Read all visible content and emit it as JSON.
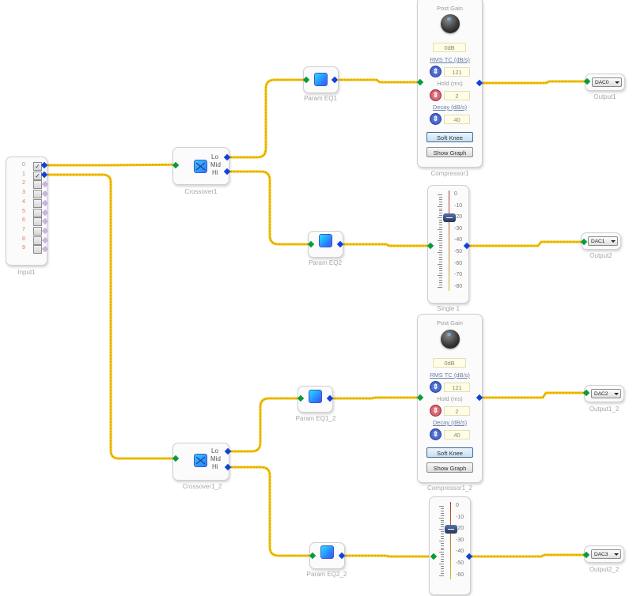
{
  "colors": {
    "wire": "#f2c200",
    "pin_in": "#0a9a3a",
    "pin_out": "#1240d8",
    "accent": "#2a7bff"
  },
  "input": {
    "label": "Input1",
    "channels": [
      {
        "num": "0",
        "checked": true
      },
      {
        "num": "1",
        "checked": true
      },
      {
        "num": "2",
        "checked": false
      },
      {
        "num": "3",
        "checked": false
      },
      {
        "num": "4",
        "checked": false
      },
      {
        "num": "5",
        "checked": false
      },
      {
        "num": "6",
        "checked": false
      },
      {
        "num": "7",
        "checked": false
      },
      {
        "num": "8",
        "checked": false
      },
      {
        "num": "9",
        "checked": false
      }
    ],
    "check_glyph": "✓"
  },
  "crossovers": [
    {
      "label": "Crossover1",
      "outputs": [
        "Lo",
        "Mid",
        "Hi"
      ],
      "icon": "crossover-icon"
    },
    {
      "label": "Crossover1_2",
      "outputs": [
        "Lo",
        "Mid",
        "Hi"
      ],
      "icon": "crossover-icon"
    }
  ],
  "param_eqs": [
    {
      "label": "Param EQ1"
    },
    {
      "label": "Param EQ2"
    },
    {
      "label": "Param EQ1_2"
    },
    {
      "label": "Param EQ2_2"
    }
  ],
  "compressors": [
    {
      "label": "Compressor1",
      "post_gain_label": "Post Gain",
      "post_gain_value": "0dB",
      "rms_label": "RMS TC (dB/s)",
      "rms_value": "121",
      "hold_label": "Hold (ms)",
      "hold_value": "2",
      "decay_label": "Decay (dB/s)",
      "decay_value": "40",
      "soft_knee_label": "Soft Knee",
      "show_graph_label": "Show Graph",
      "spin_glyph": "⇕"
    },
    {
      "label": "Compressor1_2",
      "post_gain_label": "Post Gain",
      "post_gain_value": "0dB",
      "rms_label": "RMS TC (dB/s)",
      "rms_value": "121",
      "hold_label": "Hold (ms)",
      "hold_value": "2",
      "decay_label": "Decay (dB/s)",
      "decay_value": "40",
      "soft_knee_label": "Soft Knee",
      "show_graph_label": "Show Graph",
      "spin_glyph": "⇕"
    }
  ],
  "singles": [
    {
      "label": "Single 1",
      "scale": [
        "0",
        "-10",
        "-20",
        "-30",
        "-40",
        "-50",
        "-60",
        "-70",
        "-80"
      ],
      "value_db": -20
    },
    {
      "label": "",
      "scale": [
        "0",
        "-10",
        "-20",
        "-30",
        "-40",
        "-50",
        "-60"
      ],
      "value_db": -20
    }
  ],
  "outputs": [
    {
      "label": "Output1",
      "dac": "DAC0"
    },
    {
      "label": "Output2",
      "dac": "DAC1"
    },
    {
      "label": "Output1_2",
      "dac": "DAC2"
    },
    {
      "label": "Output2_2",
      "dac": "DAC3"
    }
  ]
}
